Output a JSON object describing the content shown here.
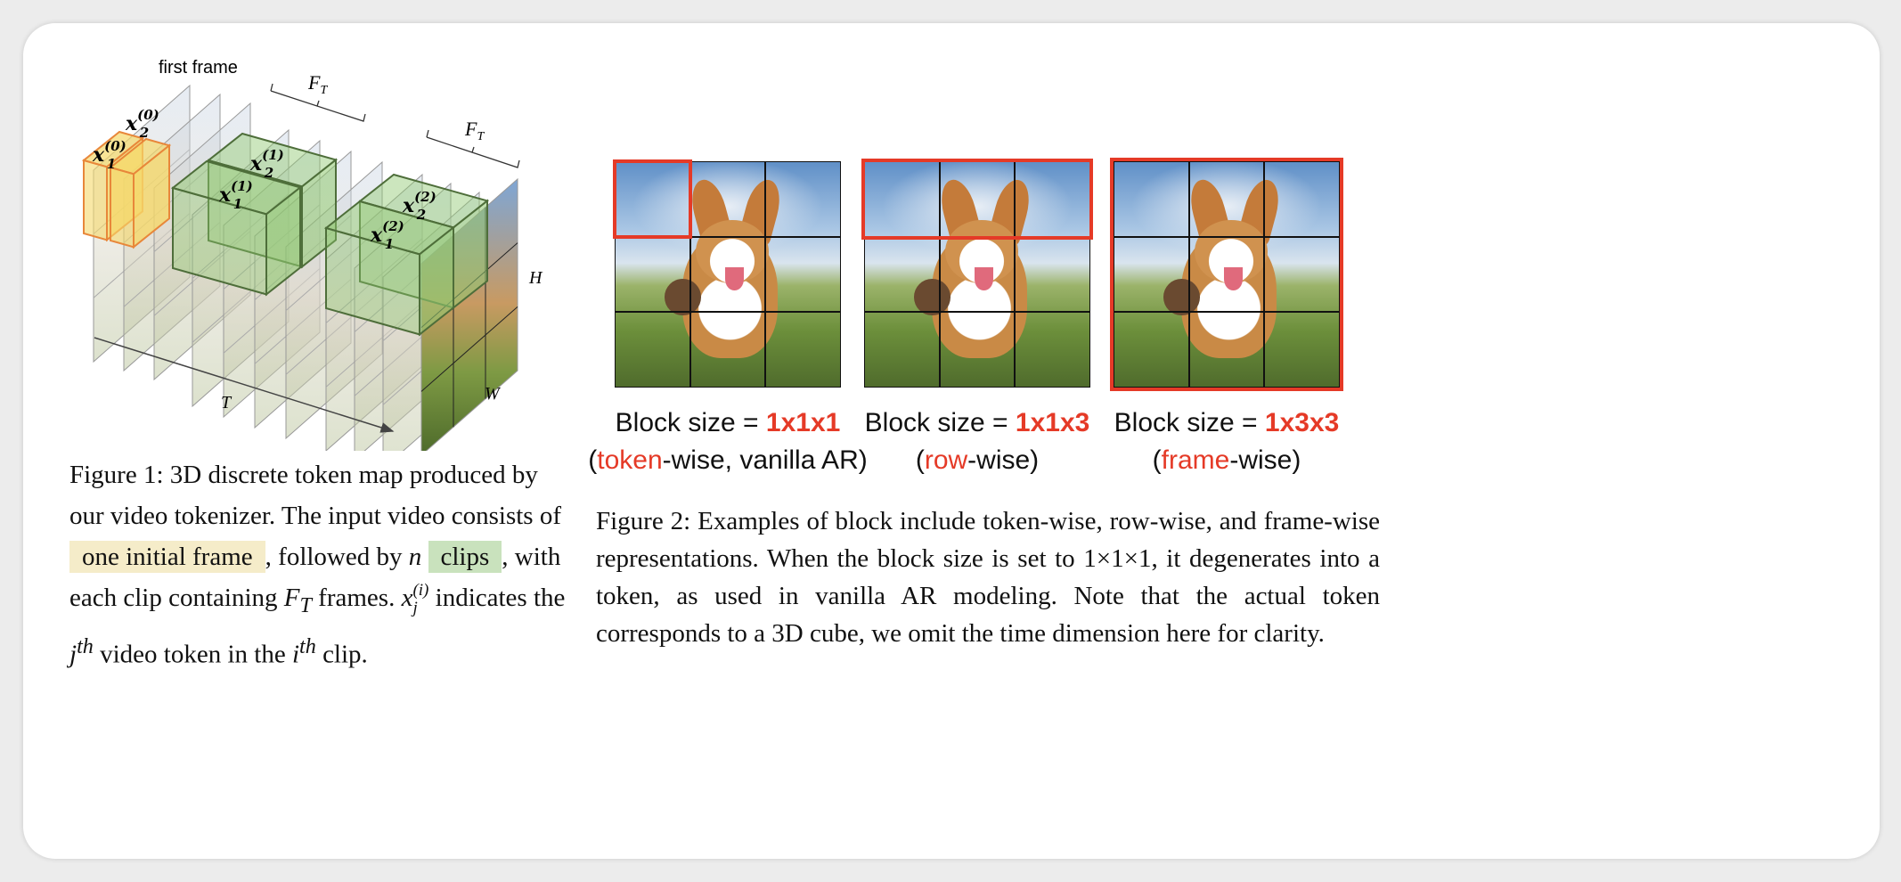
{
  "figure1": {
    "labels": {
      "first_frame": "first frame",
      "ft_1": "F",
      "ft_sub": "T",
      "ft_2": "F",
      "T": "T",
      "H": "H",
      "W": "W",
      "tokens": [
        {
          "base": "x",
          "sub": "1",
          "sup": "(0)"
        },
        {
          "base": "x",
          "sub": "2",
          "sup": "(0)"
        },
        {
          "base": "x",
          "sub": "1",
          "sup": "(1)"
        },
        {
          "base": "x",
          "sub": "2",
          "sup": "(1)"
        },
        {
          "base": "x",
          "sub": "1",
          "sup": "(2)"
        },
        {
          "base": "x",
          "sub": "2",
          "sup": "(2)"
        }
      ]
    },
    "caption": {
      "part1": "Figure 1: 3D discrete token map produced by our video tokenizer. The input video consists of ",
      "highlight1": "one initial frame",
      "part2": ", followed by ",
      "n": "n",
      "highlight2": "clips",
      "part3": ", with each clip containing ",
      "ft": "F",
      "ft_sub": "T",
      "part4": " frames. ",
      "x": "x",
      "x_sub": "j",
      "x_sup": "(i)",
      "part5": " indicates the ",
      "j": "j",
      "th1": "th",
      "part6": " video token in the ",
      "i": "i",
      "th2": "th",
      "part7": " clip."
    },
    "colors": {
      "first_frame_token": "#f5d86a",
      "clip_token": "#8fc86f"
    }
  },
  "figure2": {
    "panels": [
      {
        "label_prefix": "Block size = ",
        "size": "1x1x1",
        "paren_open": "(",
        "kind": "token",
        "rest": "-wise, vanilla AR)"
      },
      {
        "label_prefix": "Block size = ",
        "size": "1x1x3",
        "paren_open": "(",
        "kind": "row",
        "rest": "-wise)"
      },
      {
        "label_prefix": "Block size = ",
        "size": "1x3x3",
        "paren_open": "(",
        "kind": "frame",
        "rest": "-wise)"
      }
    ],
    "caption": "Figure 2: Examples of block include token-wise, row-wise, and frame-wise representations. When the block size is set to 1×1×1, it degenerates into a token, as used in vanilla AR modeling. Note that the actual token corresponds to a 3D cube, we omit the time dimension here for clarity.",
    "colors": {
      "highlight": "#e53a27"
    }
  }
}
